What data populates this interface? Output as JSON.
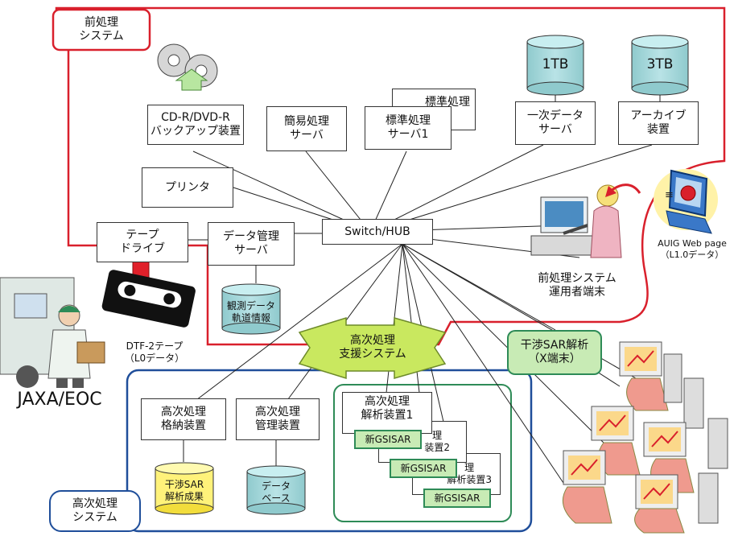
{
  "zones": {
    "preprocess_title": "前処理\nシステム",
    "higher_title": "高次処理\nシステム"
  },
  "nodes": {
    "cd_dvd": "CD-R/DVD-R\nバックアップ装置",
    "kani": "簡易処理\nサーバ",
    "hyojun_back": "標準処理\n2",
    "hyojun1": "標準処理\nサーバ1",
    "primary_data": "一次データ\nサーバ",
    "archive": "アーカイブ\n装置",
    "printer": "プリンタ",
    "tape_drive": "テープ\nドライブ",
    "data_mgmt": "データ管理\nサーバ",
    "switch": "Switch/HUB",
    "operator_terminal": "前処理システム\n運用者端末",
    "auig": "AUIG Web page\n（L1.0データ）",
    "tape_media": "DTF-2テープ\n（L0データ）",
    "jaxa": "JAXA/EOC",
    "support": "高次処理\n支援システム",
    "insar_x": "干渉SAR解析\n（X端末）",
    "storage": "高次処理\n格納装置",
    "management": "高次処理\n管理装置",
    "analyzer1": "高次処理\n解析装置1",
    "analyzer2_part": "理\n装置2",
    "analyzer3_part": "理\n解析装置3",
    "gsisar1": "新GSISAR",
    "gsisar2": "新GSISAR",
    "gsisar3": "新GSISAR"
  },
  "cylinders": {
    "tb1": "1TB",
    "tb3": "3TB",
    "obs": "観測データ\n軌道情報",
    "insar_result": "干渉SAR\n解析成果",
    "database": "データ\nベース"
  },
  "colors": {
    "red_zone": "#d9202c",
    "blue_zone": "#1f4e9a",
    "green_zone": "#2e8b57",
    "cyl_teal": "#a9d9dc",
    "cyl_yellow": "#fff27a",
    "arrow_green": "#c9e85f",
    "green_box": "#c8ebb5",
    "red_arrow": "#e0202a"
  }
}
